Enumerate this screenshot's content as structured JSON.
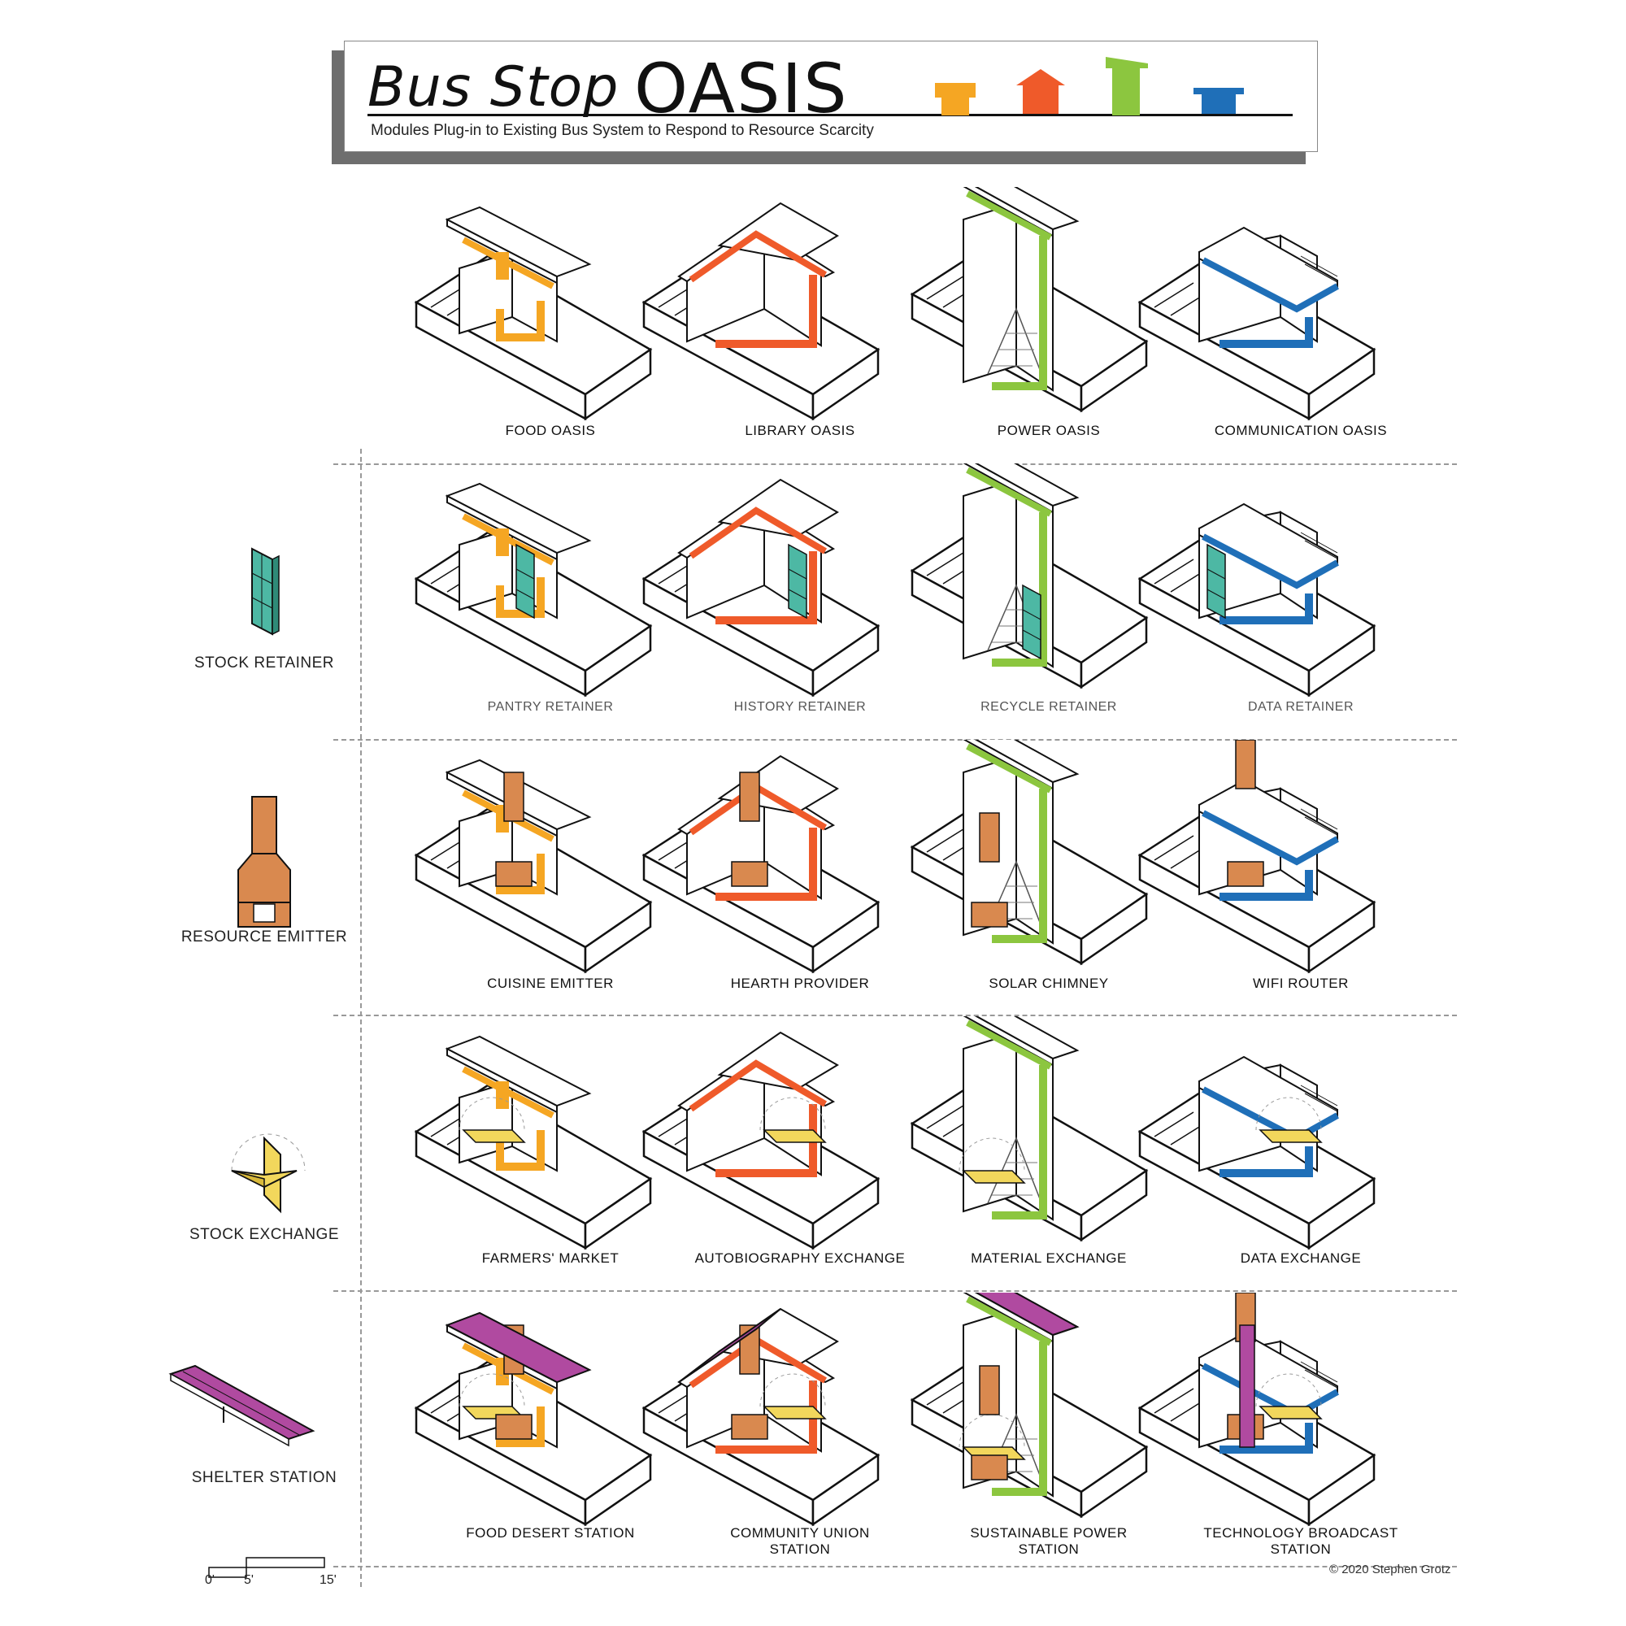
{
  "header": {
    "title_left": "Bus Stop",
    "title_right": "OASIS",
    "subtitle": "Modules Plug-in to Existing Bus System to Respond to Resource Scarcity",
    "icon_colors": [
      "#f5a623",
      "#ef5a2a",
      "#8cc63f",
      "#1f6fb8"
    ]
  },
  "colors": {
    "food": "#f5a623",
    "library": "#ef5a2a",
    "power": "#8cc63f",
    "communication": "#1f6fb8",
    "stock_retainer": "#4db8a4",
    "resource_emitter": "#d9894f",
    "stock_exchange": "#f2d75c",
    "shelter_station": "#b04aa0"
  },
  "columns": [
    {
      "key": "food",
      "label": "FOOD OASIS"
    },
    {
      "key": "library",
      "label": "LIBRARY OASIS"
    },
    {
      "key": "power",
      "label": "POWER OASIS"
    },
    {
      "key": "communication",
      "label": "COMMUNICATION OASIS"
    }
  ],
  "modules": [
    {
      "label": "STOCK RETAINER",
      "icon": "bookshelf-icon",
      "cells": [
        "PANTRY RETAINER",
        "HISTORY RETAINER",
        "RECYCLE RETAINER",
        "DATA RETAINER"
      ]
    },
    {
      "label": "RESOURCE EMITTER",
      "icon": "chimney-icon",
      "cells": [
        "CUISINE EMITTER",
        "HEARTH PROVIDER",
        "SOLAR CHIMNEY",
        "WIFI ROUTER"
      ]
    },
    {
      "label": "STOCK EXCHANGE",
      "icon": "folding-table-icon",
      "cells": [
        "FARMERS' MARKET",
        "AUTOBIOGRAPHY EXCHANGE",
        "MATERIAL EXCHANGE",
        "DATA EXCHANGE"
      ]
    },
    {
      "label": "SHELTER STATION",
      "icon": "solar-roof-icon",
      "cells": [
        "FOOD DESERT STATION",
        "COMMUNITY UNION STATION",
        "SUSTAINABLE POWER STATION",
        "TECHNOLOGY BROADCAST STATION"
      ]
    }
  ],
  "scale": {
    "labels": [
      "0'",
      "5'",
      "15'"
    ]
  },
  "copyright": "© 2020 Stephen Grotz"
}
